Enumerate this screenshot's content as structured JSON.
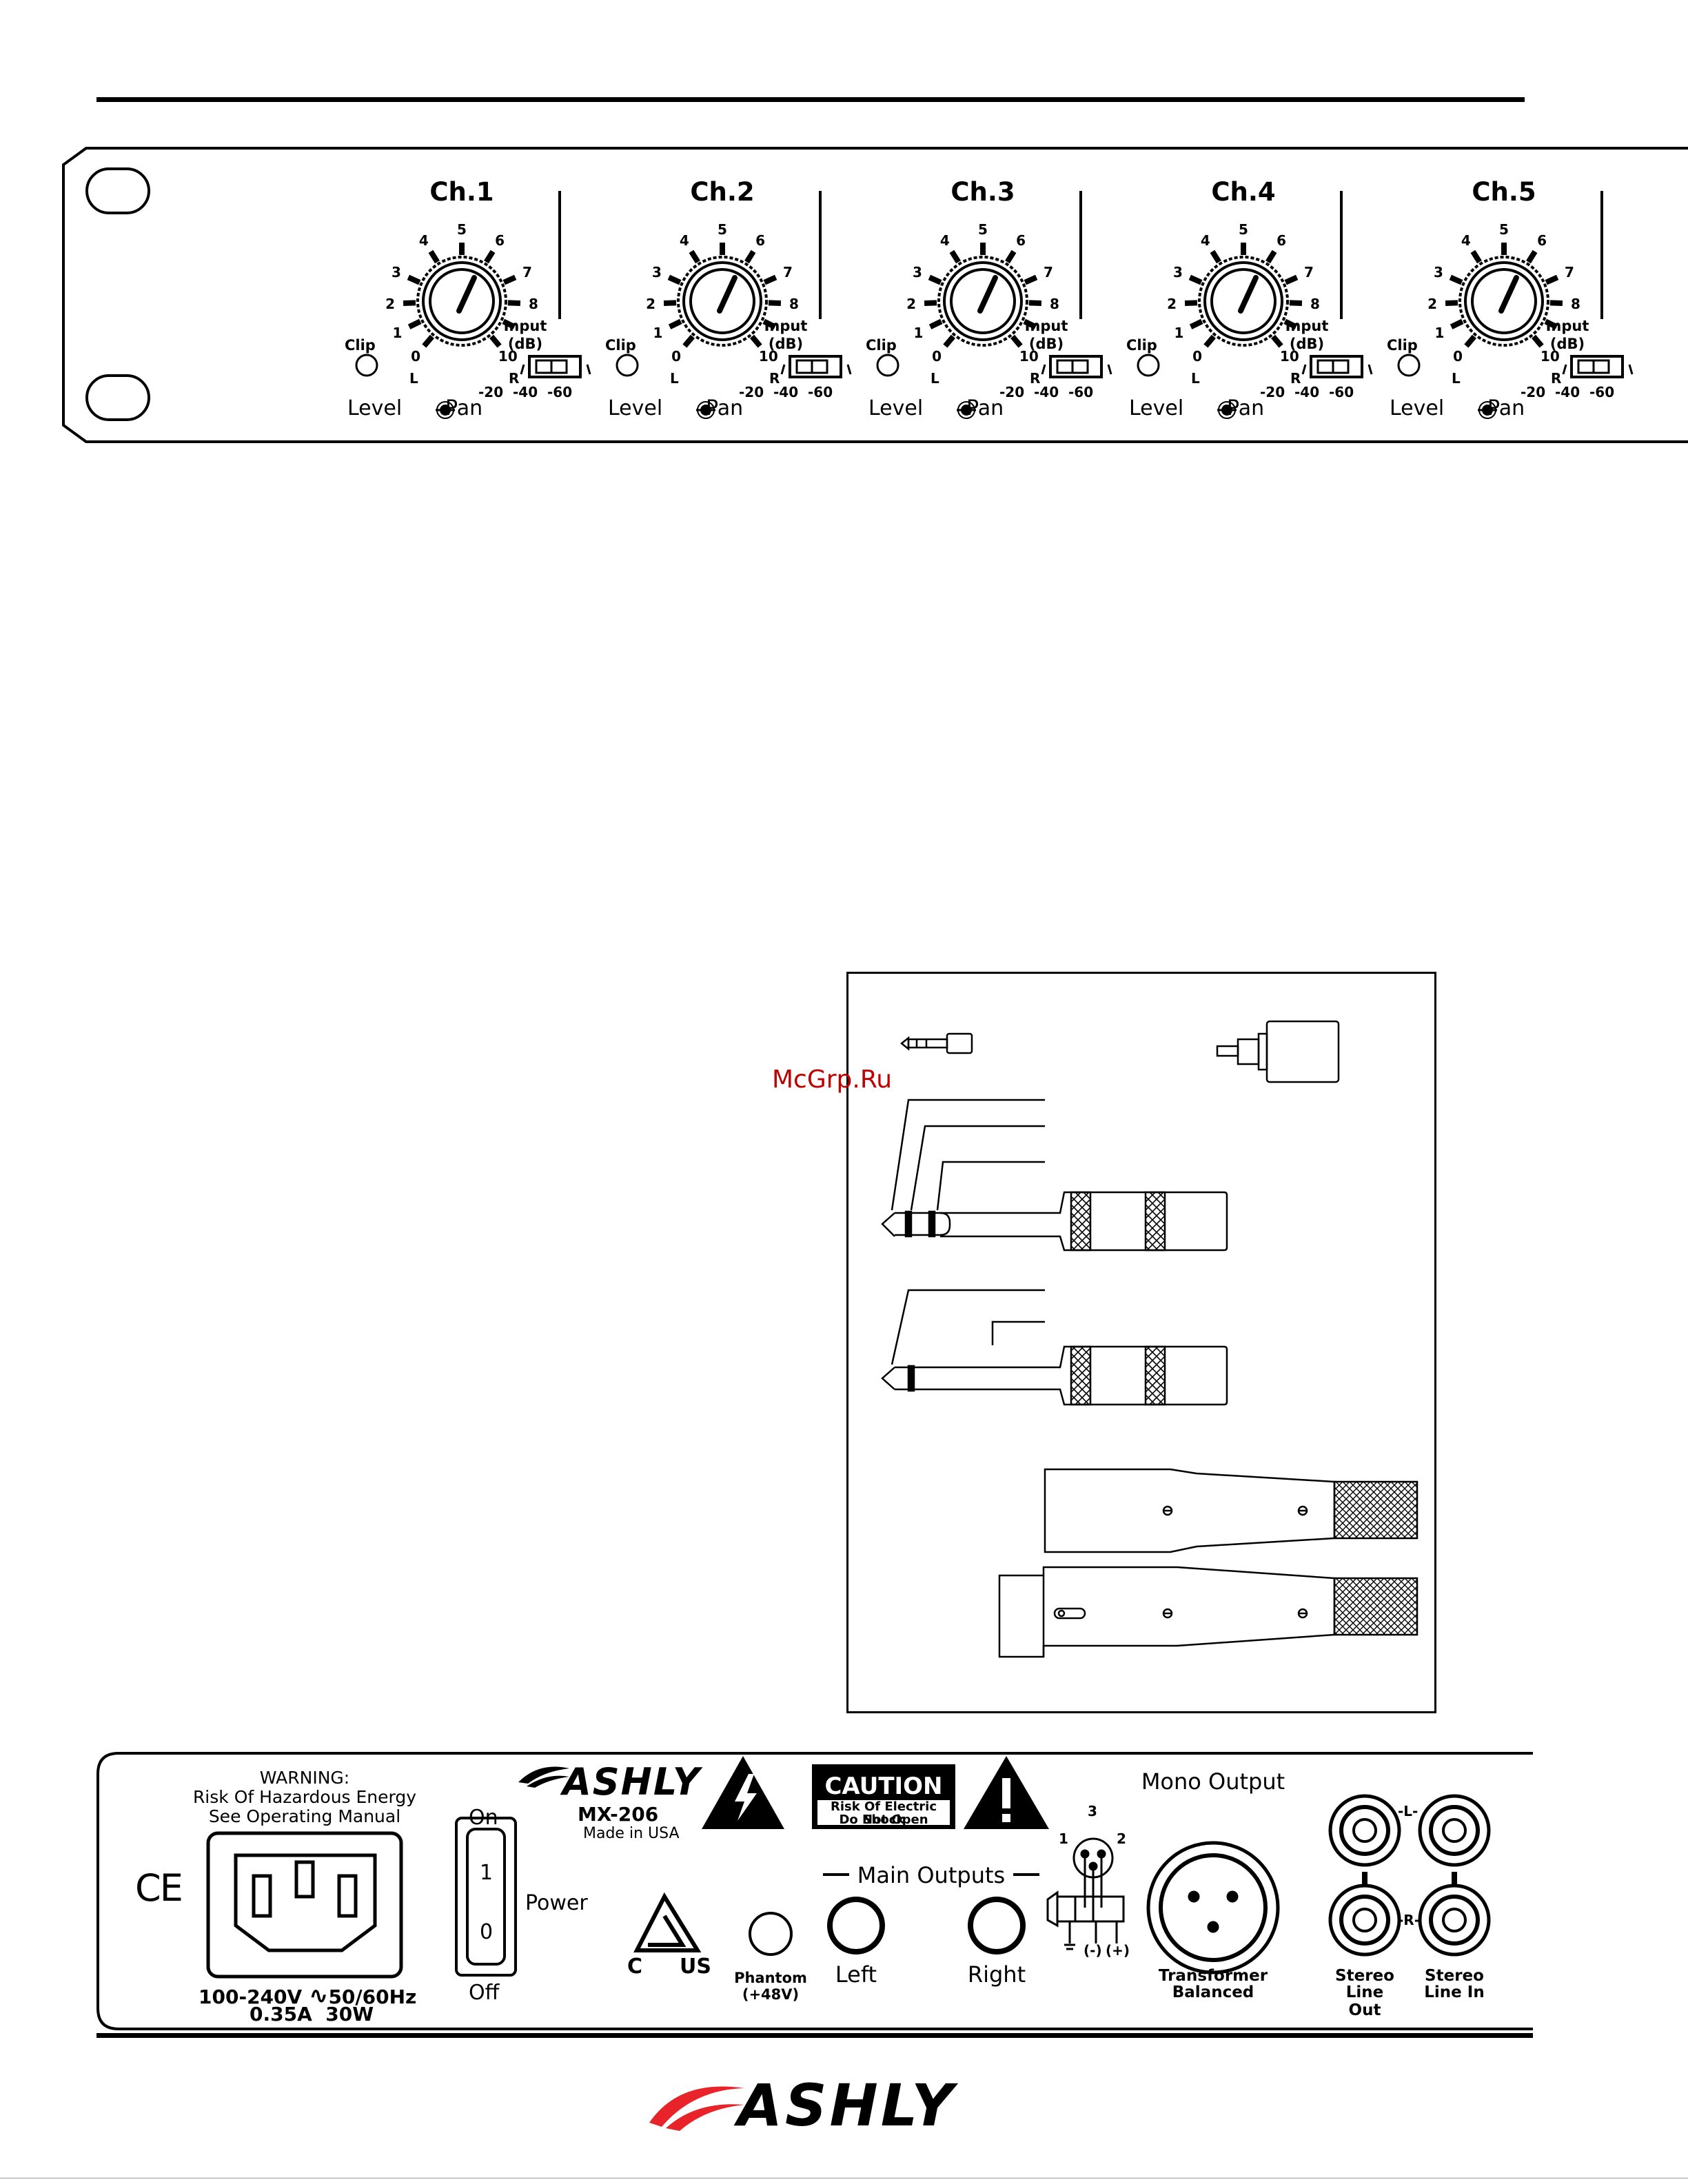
{
  "front_panel": {
    "channels": [
      {
        "title": "Ch.1",
        "input_label": "Input",
        "input_unit": "(dB)",
        "input_options": [
          "-20",
          "-40",
          "-60"
        ]
      },
      {
        "title": "Ch.2",
        "input_label": "Input",
        "input_unit": "(dB)",
        "input_options": [
          "-20",
          "-40",
          "-60"
        ]
      },
      {
        "title": "Ch.3",
        "input_label": "Input",
        "input_unit": "(dB)",
        "input_options": [
          "-20",
          "-40",
          "-60"
        ]
      },
      {
        "title": "Ch.4",
        "input_label": "Input",
        "input_unit": "(dB)",
        "input_options": [
          "-20",
          "-40",
          "-60"
        ]
      },
      {
        "title": "Ch.5",
        "input_label": "Input",
        "input_unit": "(dB)",
        "input_options": [
          "-20",
          "-40",
          "-60"
        ]
      }
    ],
    "knob_scale": [
      "0",
      "1",
      "2",
      "3",
      "4",
      "5",
      "6",
      "7",
      "8",
      "10"
    ],
    "knob_pan_left": "L",
    "knob_pan_right": "R",
    "clip_label": "Clip",
    "level_label": "Level",
    "pan_label": "Pan"
  },
  "watermark": "McGrp.Ru",
  "rear_panel": {
    "warning_lines": [
      "WARNING:",
      "Risk Of Hazardous Energy",
      "See Operating Manual"
    ],
    "ce_mark": "CE",
    "power_rating_1": "100-240V",
    "power_rating_freq": "50/60Hz",
    "power_rating_2": "0.35A  30W",
    "switch_on": "On",
    "switch_off": "Off",
    "switch_one": "1",
    "switch_zero": "0",
    "power_label": "Power",
    "brand": "ASHLY",
    "model": "MX-206",
    "made_in": "Made in USA",
    "ul_c": "C",
    "ul_us": "US",
    "caution_title": "CAUTION",
    "caution_line1": "Risk Of Electric Shock",
    "caution_line2": "Do Not Open",
    "phantom_label": "Phantom",
    "phantom_value": "(+48V)",
    "main_outputs": "Main Outputs",
    "left_label": "Left",
    "right_label": "Right",
    "xlr_pins": [
      "1",
      "2",
      "3"
    ],
    "polarity_neg": "(-)",
    "polarity_pos": "(+)",
    "mono_output": "Mono Output",
    "transformer": "Transformer",
    "balanced": "Balanced",
    "l_marker": "-L-",
    "r_marker": "-R-",
    "stereo_out_1": "Stereo",
    "stereo_out_2": "Line Out",
    "stereo_in_1": "Stereo",
    "stereo_in_2": "Line In"
  },
  "footer_brand": "ASHLY",
  "colors": {
    "ink": "#000000",
    "logo_red": "#e8232a",
    "background": "#ffffff"
  }
}
